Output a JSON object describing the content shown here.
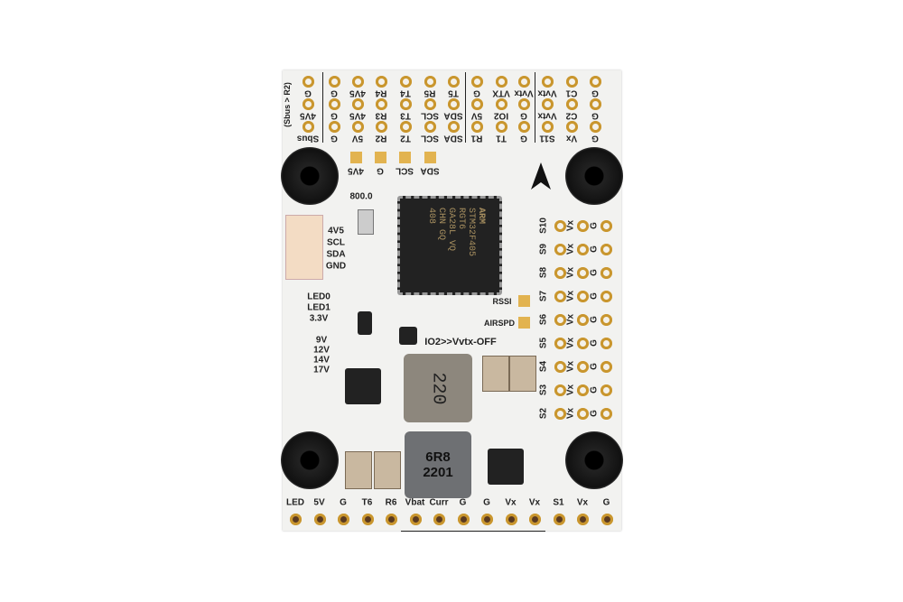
{
  "top_header": {
    "rows": [
      [
        "G",
        "G",
        "4V5",
        "R4",
        "T4",
        "R5",
        "T5",
        "G",
        "VTX",
        "Vvtx",
        "Vvtx",
        "C1",
        "G"
      ],
      [
        "4V5",
        "G",
        "4V5",
        "R3",
        "T3",
        "SCL",
        "SDA",
        "5V",
        "IO2",
        "G",
        "Vvtx",
        "C2",
        "G"
      ],
      [
        "Sbus",
        "G",
        "5V",
        "R2",
        "T2",
        "SCL",
        "SDA",
        "R1",
        "T1",
        "G",
        "S11",
        "Vx",
        "G"
      ]
    ],
    "side_note": "(Sbus > R2)"
  },
  "top_pads": [
    "4V5",
    "G",
    "SCL",
    "SDA"
  ],
  "right_header": {
    "rows": [
      "S10",
      "S9",
      "S8",
      "S7",
      "S6",
      "S5",
      "S4",
      "S3",
      "S2"
    ],
    "cols": [
      "Vx",
      "G"
    ]
  },
  "bottom_header": [
    "LED",
    "5V",
    "G",
    "T6",
    "R6",
    "Vbat",
    "Curr",
    "G",
    "G",
    "Vx",
    "Vx",
    "S1",
    "Vx",
    "G"
  ],
  "left_connector": [
    "4V5",
    "SCL",
    "SDA",
    "GND"
  ],
  "led_labels": [
    "LED0",
    "LED1",
    "3.3V"
  ],
  "voltage_labels": [
    "9V",
    "12V",
    "14V",
    "17V"
  ],
  "crystal_label": "800.0",
  "rssi_label": "RSSI",
  "airspd_label": "AIRSPD",
  "vtx_note": "IO2>>Vvtx-OFF",
  "mcu": {
    "brand": "ARM",
    "part": "STM32F405",
    "lines": [
      "RGT6",
      "GA28L VQ",
      "CHN GQ 408"
    ]
  },
  "inductor_1": "220",
  "inductor_2": [
    "6R8",
    "2201"
  ]
}
